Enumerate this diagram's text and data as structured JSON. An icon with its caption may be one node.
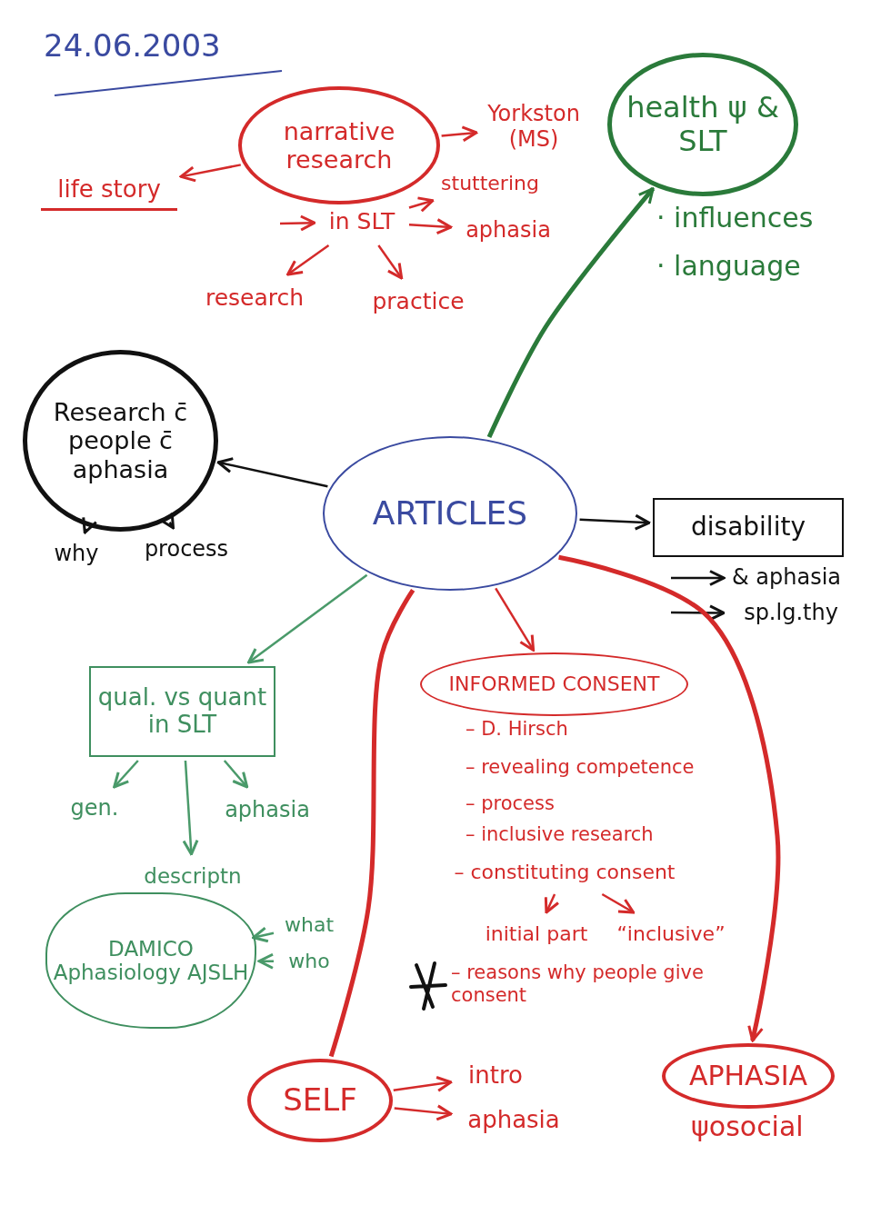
{
  "diagram": {
    "nodes": [
      {
        "text": [
          "ARTICLES"
        ]
      },
      {
        "text": [
          "narrative research"
        ]
      },
      {
        "text": [
          "life story"
        ]
      },
      {
        "text": [
          "Yorkston (MS)"
        ]
      },
      {
        "text": [
          "in SLT"
        ]
      },
      {
        "text": [
          "stuttering"
        ]
      },
      {
        "text": [
          "aphasia"
        ]
      },
      {
        "text": [
          "research"
        ]
      },
      {
        "text": [
          "practice"
        ]
      },
      {
        "text": [
          "health ψ & SLT"
        ],
        "beside": [
          "· influences",
          "· language"
        ]
      },
      {
        "text": [
          "Research c̄ people c̄ aphasia"
        ]
      },
      {
        "text": [
          "why"
        ]
      },
      {
        "text": [
          "process"
        ]
      },
      {
        "text": [
          "disability"
        ]
      },
      {
        "text": [
          "& aphasia"
        ]
      },
      {
        "text": [
          "sp.lg.thy"
        ]
      },
      {
        "text": [
          "qual. vs quant in SLT"
        ]
      },
      {
        "text": [
          "gen."
        ]
      },
      {
        "text": [
          "aphasia"
        ]
      },
      {
        "text": [
          "descriptn"
        ]
      },
      {
        "text": [
          "DAMICO Aphasiology AJSLH"
        ]
      },
      {
        "text": [
          "what"
        ]
      },
      {
        "text": [
          "who"
        ]
      },
      {
        "text": [
          "INFORMED CONSENT"
        ],
        "beside": [
          "– D. Hirsch",
          "– revealing competence",
          "– process",
          "– inclusive research"
        ]
      },
      {
        "text": [
          "– constituting consent"
        ]
      },
      {
        "text": [
          "initial part"
        ]
      },
      {
        "text": [
          "“inclusive”"
        ]
      },
      {
        "text": [
          "SELF"
        ]
      },
      {
        "text": [
          "intro"
        ]
      },
      {
        "text": [
          "aphasia"
        ]
      },
      {
        "text": [
          "APHASIA"
        ],
        "beside": [
          "ψosocial"
        ]
      }
    ],
    "edges": [
      {
        "from": 1,
        "to": 2,
        "arrow": "to"
      },
      {
        "from": 1,
        "to": 3,
        "arrow": "to"
      },
      {
        "from": null,
        "to": 4,
        "arrow": "to"
      },
      {
        "from": 4,
        "to": 5,
        "arrow": "to"
      },
      {
        "from": 4,
        "to": 6,
        "arrow": "to"
      },
      {
        "from": 4,
        "to": 7,
        "arrow": "to"
      },
      {
        "from": 4,
        "to": 8,
        "arrow": "to"
      },
      {
        "from": 0,
        "to": 9,
        "arrow": "to",
        "style": "thick",
        "color": "#2a7a3a"
      },
      {
        "from": 0,
        "to": 10,
        "arrow": "to",
        "color": "#111111"
      },
      {
        "from": 10,
        "to": 11,
        "arrow": "to",
        "color": "#111111"
      },
      {
        "from": 10,
        "to": 12,
        "arrow": "to",
        "color": "#111111"
      },
      {
        "from": 0,
        "to": 13,
        "arrow": "to",
        "color": "#111111"
      },
      {
        "from": null,
        "to": 14,
        "arrow": "to",
        "color": "#111111"
      },
      {
        "from": null,
        "to": 15,
        "arrow": "to",
        "color": "#111111"
      },
      {
        "from": 0,
        "to": 16,
        "arrow": "to",
        "color": "#4a9a6a"
      },
      {
        "from": 16,
        "to": 17,
        "arrow": "to",
        "color": "#4a9a6a"
      },
      {
        "from": 16,
        "to": 18,
        "arrow": "to",
        "color": "#4a9a6a"
      },
      {
        "from": 16,
        "to": 19,
        "arrow": "to",
        "color": "#4a9a6a"
      },
      {
        "from": 21,
        "to": 20,
        "arrow": "to",
        "color": "#4a9a6a"
      },
      {
        "from": 22,
        "to": 20,
        "arrow": "to",
        "color": "#4a9a6a"
      },
      {
        "from": 0,
        "to": 23,
        "arrow": "to"
      },
      {
        "from": 24,
        "to": 25,
        "arrow": "to"
      },
      {
        "from": 24,
        "to": 26,
        "arrow": "to"
      },
      {
        "from": 0,
        "to": 27,
        "arrow": "none",
        "style": "thick"
      },
      {
        "from": 27,
        "to": 28,
        "arrow": "to"
      },
      {
        "from": 27,
        "to": 29,
        "arrow": "to"
      },
      {
        "from": 0,
        "to": 30,
        "arrow": "to",
        "style": "thick"
      }
    ],
    "labels": [
      "24.06.2003",
      "– reasons why people give consent"
    ]
  }
}
